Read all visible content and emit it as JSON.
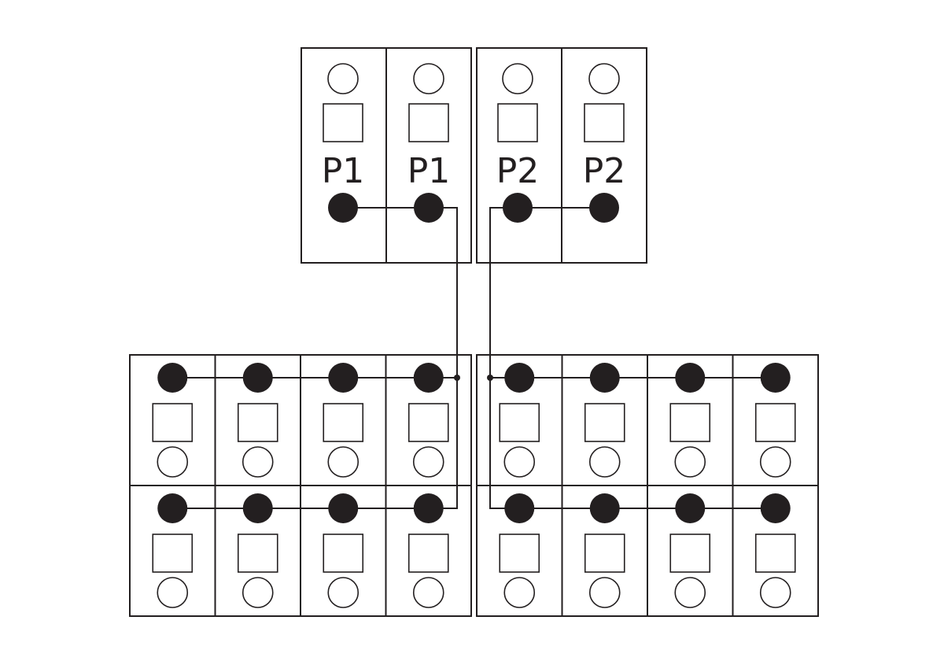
{
  "colors": {
    "ink": "#231f20",
    "background": "#ffffff"
  },
  "top_blocks": [
    {
      "labels": [
        "P1",
        "P1"
      ]
    },
    {
      "labels": [
        "P2",
        "P2"
      ]
    }
  ],
  "bottom_blocks": [
    {
      "rows": 2,
      "columns": 4
    },
    {
      "rows": 2,
      "columns": 4
    }
  ]
}
